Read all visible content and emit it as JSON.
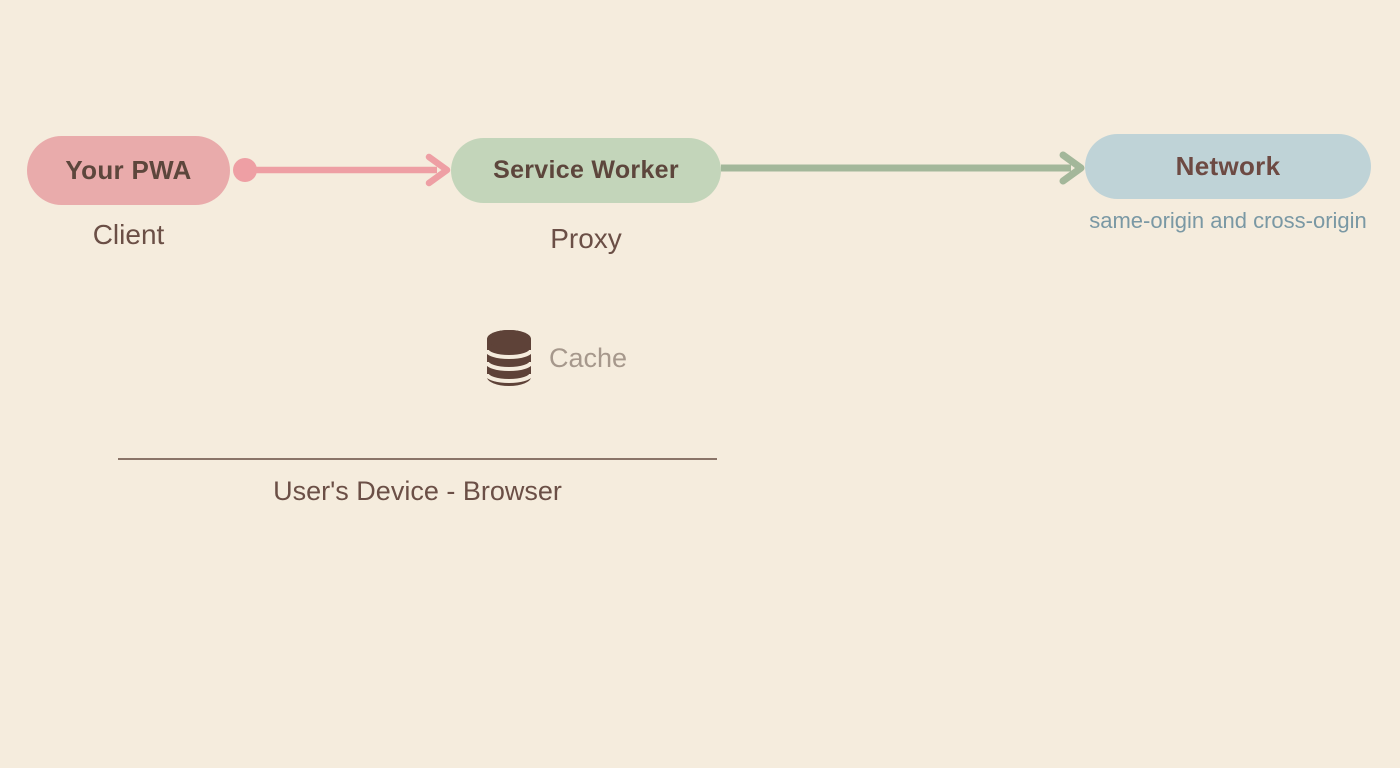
{
  "diagram": {
    "background": "#f5ecdd",
    "pwa": {
      "label": "Your PWA",
      "caption": "Client",
      "fill": "#e9abab",
      "text_color": "#5d463c",
      "caption_color": "#6b4f46"
    },
    "service_worker": {
      "label": "Service Worker",
      "caption": "Proxy",
      "fill": "#c3d5ba",
      "text_color": "#5d463c",
      "caption_color": "#6b4f46"
    },
    "network": {
      "label": "Network",
      "caption": "same-origin and cross-origin",
      "fill": "#bfd3d7",
      "text_color": "#6d4a43",
      "caption_color": "#7a98a4"
    },
    "arrow_pwa_to_sw": {
      "color": "#ee9fa4"
    },
    "arrow_sw_to_network": {
      "color": "#a3b79a"
    },
    "cache": {
      "label": "Cache",
      "icon": "database-icon",
      "icon_color": "#5e4238",
      "label_color": "#a6988c"
    },
    "device": {
      "label": "User's Device - Browser",
      "line_color": "#8a7468",
      "text_color": "#6b4f46"
    }
  }
}
